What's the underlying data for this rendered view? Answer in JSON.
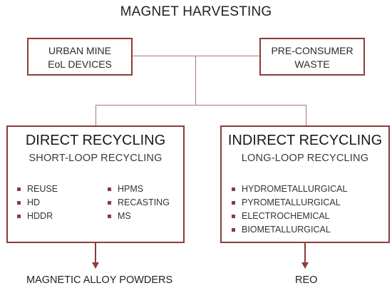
{
  "title": "MAGNET HARVESTING",
  "sources": [
    {
      "line1": "URBAN MINE",
      "line2": "EoL DEVICES"
    },
    {
      "line1": "PRE-CONSUMER",
      "line2": "WASTE"
    }
  ],
  "branches": [
    {
      "title": "DIRECT RECYCLING",
      "subtitle": "SHORT-LOOP RECYCLING",
      "list_left": [
        "REUSE",
        "HD",
        "HDDR"
      ],
      "list_right": [
        "HPMS",
        "RECASTING",
        "MS"
      ],
      "output": "MAGNETIC ALLOY POWDERS"
    },
    {
      "title": "INDIRECT RECYCLING",
      "subtitle": "LONG-LOOP RECYCLING",
      "list": [
        "HYDROMETALLURGICAL",
        "PYROMETALLURGICAL",
        "ELECTROCHEMICAL",
        "BIOMETALLURGICAL"
      ],
      "output": "REO"
    }
  ],
  "colors": {
    "accent": "#8c3b3b",
    "connector": "#b07878"
  }
}
